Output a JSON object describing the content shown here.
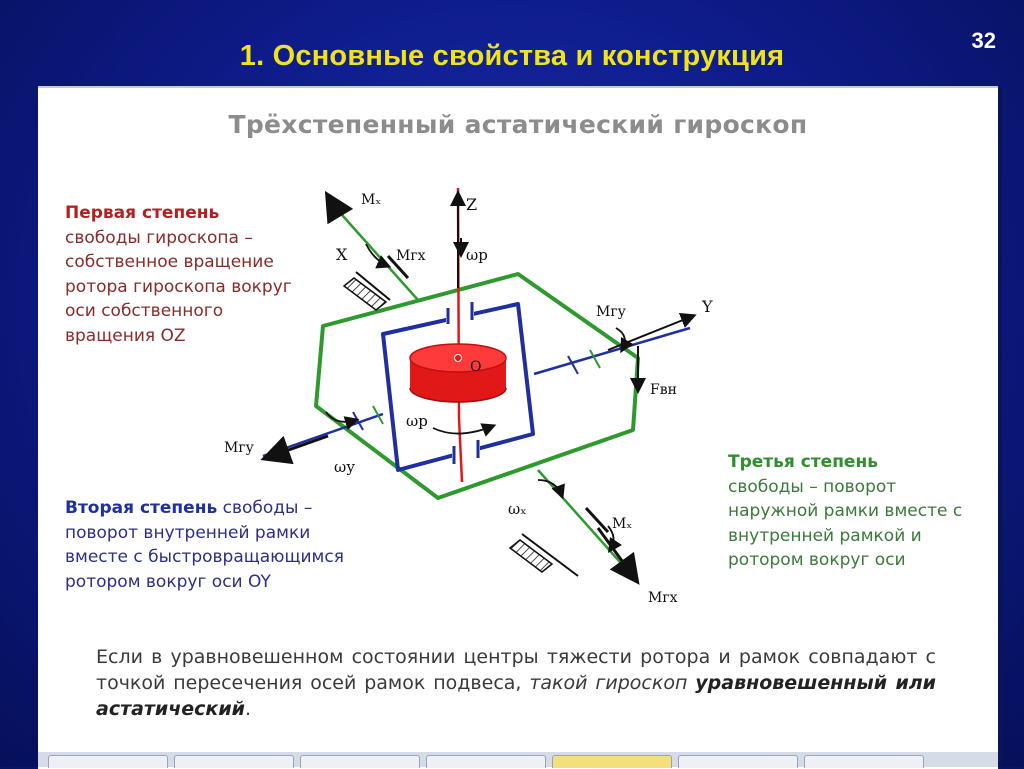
{
  "slide": {
    "title": "1. Основные свойства и конструкция",
    "number": "32"
  },
  "heading": "Трёхстепенный астатический гироскоп",
  "first_degree": {
    "title": "Первая степень",
    "text": "свободы гироскопа – собственное вращение ротора гироскопа вокруг оси собственного вращения OZ"
  },
  "second_degree": {
    "title": "Вторая степень",
    "text": "свободы – поворот внутренней рамки вместе с быстровращающимся ротором вокруг оси OY"
  },
  "third_degree": {
    "title": "Третья степень",
    "text": "свободы – поворот наружной рамки вместе с внутренней рамкой и ротором вокруг оси"
  },
  "conclusion": {
    "plain": "Если в уравновешенном состоянии центры тяжести ротора и рамок совпадают с точкой пересечения осей рамок подвеса,",
    "italic": "такой гироскоп",
    "bold_italic": "уравновешенный или астатический",
    "end": "."
  },
  "diagram": {
    "labels": {
      "mx_top": "Mₓ",
      "x_axis": "X",
      "mgx_top": "Mгх",
      "z_axis": "Z",
      "omega_p_top": "ωр",
      "origin": "O",
      "mgy_right": "Mгу",
      "y_axis": "Y",
      "f_vn": "Fвн",
      "omega_p_mid": "ωр",
      "mgy_left": "Mгу",
      "omega_y": "ωу",
      "omega_x": "ωₓ",
      "mx_bottom": "Mₓ",
      "mgx_bottom": "Mгх"
    },
    "colors": {
      "outer_frame": "#2e9a2e",
      "inner_frame": "#1f2fa0",
      "rotor": "#e01818",
      "axis_arrow": "#111111"
    }
  },
  "icons": {
    "ground-hatch-icon": "hatched fixed support",
    "rotation-arrow-icon": "curved rotation arrow"
  }
}
